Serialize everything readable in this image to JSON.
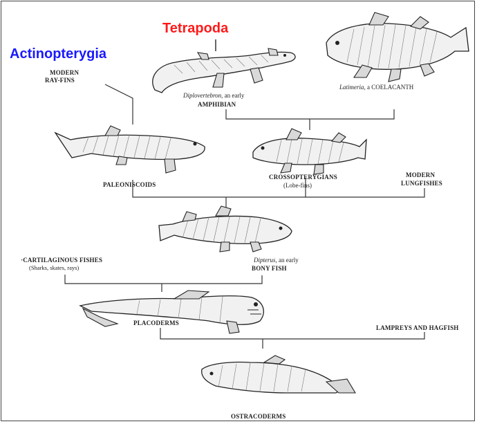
{
  "groups": {
    "tetrapoda": "Tetrapoda",
    "actinopterygia": "Actinopterygia"
  },
  "colors": {
    "tetrapoda": "#ff1a1a",
    "actinopterygia": "#1a1aff"
  },
  "labels": {
    "modern_ray_fins_1": "MODERN",
    "modern_ray_fins_2": "RAY-FINS",
    "amphibian_1_it": "Diplovertebron",
    "amphibian_1_rest": ", an early",
    "amphibian_2": "AMPHIBIAN",
    "coelacanth_it": "Latimeria",
    "coelacanth_rest": ", a COELACANTH",
    "paleoniscoids": "PALEONISCOIDS",
    "crossopterygians_1": "CROSSOPTERYGIANS",
    "crossopterygians_2": "(Lobe-fins)",
    "lungfishes_1": "MODERN",
    "lungfishes_2": "LUNGFISHES",
    "cartilaginous_1": "·CARTILAGINOUS FISHES",
    "cartilaginous_2": "(Sharks, skates, rays)",
    "bony_fish_it": "Dipterus",
    "bony_fish_rest": ", an early",
    "bony_fish_2": "BONY FISH",
    "placoderms": "PLACODERMS",
    "lampreys": "LAMPREYS AND HAGFISH",
    "ostracoderms": "OSTRACODERMS"
  }
}
